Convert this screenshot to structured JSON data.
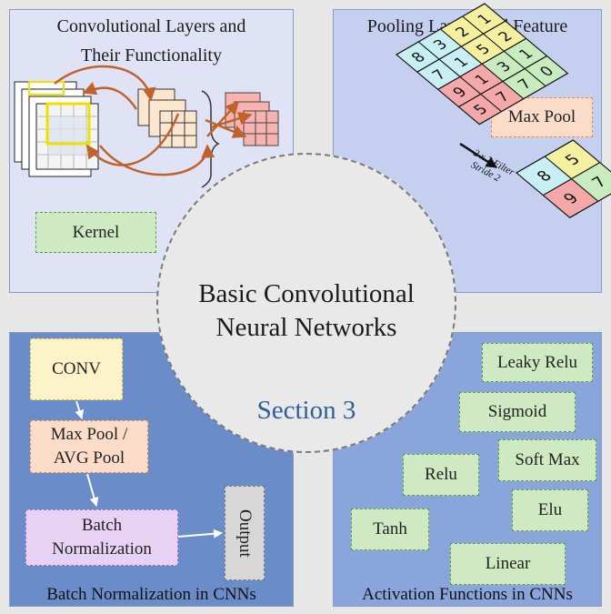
{
  "quadrants": {
    "conv": {
      "title": "Convolutional Layers and Their Functionality",
      "title_line1": "Convolutional Layers and",
      "title_line2": "Their Functionality",
      "kernel_label": "Kernel"
    },
    "pool": {
      "title_line1": "Pooling Layers and Feature",
      "title_line2": "Reduction",
      "maxpool_label": "Max Pool",
      "filter_line1": "2 x 2 Filter",
      "filter_line2": "Stride 2",
      "input_grid": [
        [
          "8",
          "3",
          "2",
          "1"
        ],
        [
          "7",
          "1",
          "5",
          "2"
        ],
        [
          "9",
          "1",
          "3",
          "1"
        ],
        [
          "5",
          "7",
          "7",
          "0"
        ]
      ],
      "output_grid": [
        [
          "8",
          "5"
        ],
        [
          "9",
          "7"
        ]
      ]
    },
    "batch": {
      "footer": "Batch Normalization in CNNs",
      "conv": "CONV",
      "pool_line1": "Max Pool /",
      "pool_line2": "AVG Pool",
      "bn_line1": "Batch",
      "bn_line2": "Normalization",
      "output": "Output"
    },
    "activation": {
      "footer": "Activation Functions in CNNs",
      "functions": [
        "Leaky Relu",
        "Sigmoid",
        "Soft Max",
        "Relu",
        "Elu",
        "Tanh",
        "Linear"
      ]
    }
  },
  "center": {
    "title_line1": "Basic Convolutional",
    "title_line2": "Neural Networks",
    "section": "Section 3"
  },
  "colors": {
    "section_text": "#2f5f9a",
    "arrow_orange": "#c0622a",
    "grid_pink": "#f4a9a8",
    "grid_cyan": "#c8f0f4",
    "grid_yellow": "#f5f0a0",
    "grid_green": "#c8ecc0"
  }
}
